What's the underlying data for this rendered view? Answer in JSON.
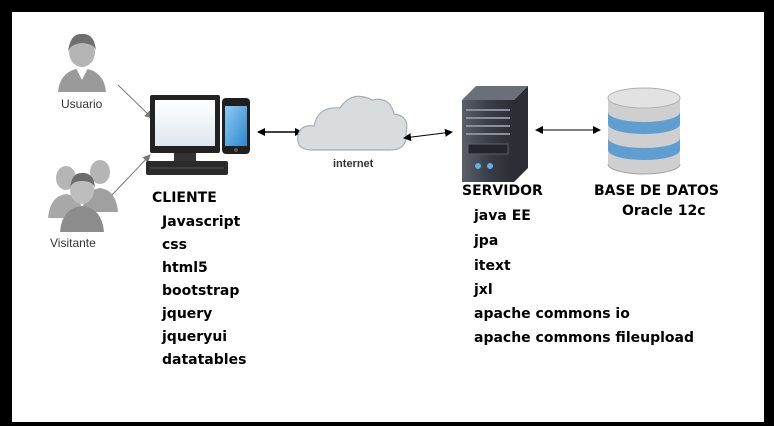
{
  "actors": {
    "usuario": "Usuario",
    "visitante": "Visitante"
  },
  "network": {
    "cloud_label": "internet"
  },
  "cliente": {
    "title": "CLIENTE",
    "items": [
      "Javascript",
      "css",
      "html5",
      "bootstrap",
      "jquery",
      "jqueryui",
      "datatables"
    ]
  },
  "servidor": {
    "title": "SERVIDOR",
    "items": [
      "java EE",
      "jpa",
      "itext",
      "jxl",
      "apache commons io",
      "apache commons fileupload"
    ]
  },
  "base_datos": {
    "title": "BASE DE DATOS",
    "subtitle": "Oracle 12c"
  },
  "colors": {
    "frame": "#000000",
    "server": "#3b3f48",
    "db_blue": "#5f9ed1",
    "db_gray": "#c9c9c9",
    "person": "#9a9a9a",
    "cloud": "#d4d7db"
  }
}
